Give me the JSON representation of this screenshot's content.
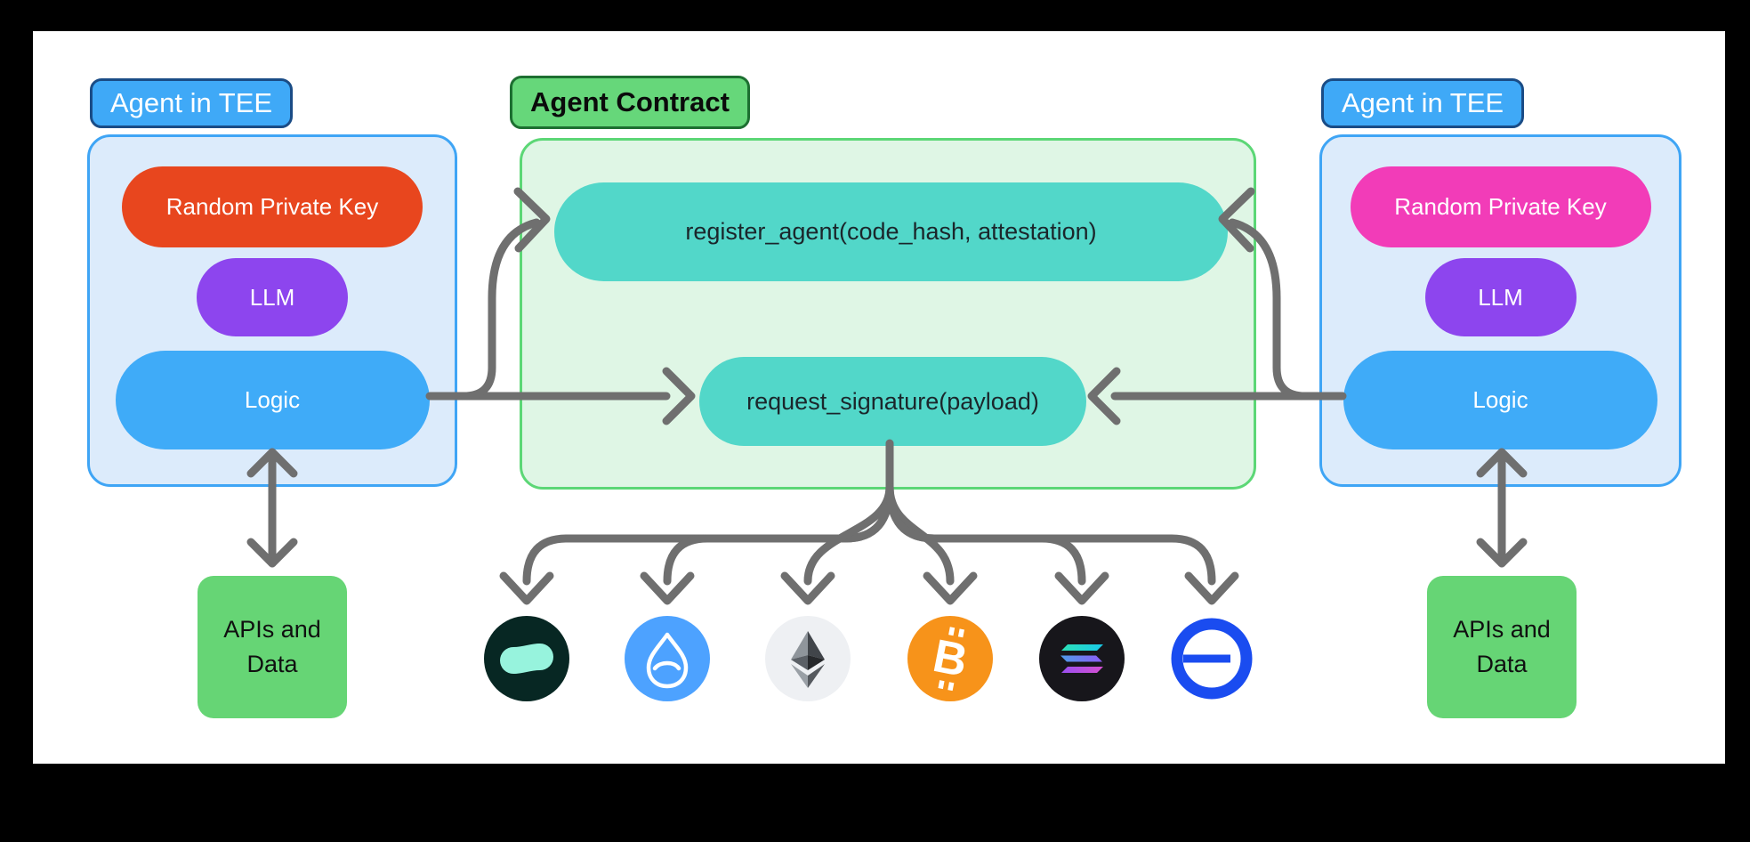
{
  "left_tee": {
    "label": "Agent in TEE",
    "pills": [
      {
        "label": "Random Private Key",
        "color": "#E8461E"
      },
      {
        "label": "LLM",
        "color": "#8D45EE"
      },
      {
        "label": "Logic",
        "color": "#3FABF8"
      }
    ],
    "external_box": {
      "line1": "APIs and",
      "line2": "Data",
      "color": "#66D575"
    }
  },
  "contract": {
    "label": "Agent Contract",
    "label_color": "#66D77A",
    "box_fill": "#DFF6E5",
    "box_border": "#5CD776",
    "method_color": "#52D7C9",
    "methods": [
      {
        "signature": "register_agent(code_hash, attestation)"
      },
      {
        "signature": "request_signature(payload)"
      }
    ]
  },
  "right_tee": {
    "label": "Agent in TEE",
    "pills": [
      {
        "label": "Random Private Key",
        "color": "#F23CB8"
      },
      {
        "label": "LLM",
        "color": "#8D45EE"
      },
      {
        "label": "Logic",
        "color": "#3FABF8"
      }
    ],
    "external_box": {
      "line1": "APIs and",
      "line2": "Data",
      "color": "#66D575"
    }
  },
  "chains": [
    {
      "name": "hyperliquid",
      "bg": "#072723",
      "accent": "#97F3DD"
    },
    {
      "name": "sui",
      "bg": "#4DA2FF",
      "accent": "#FFFFFF"
    },
    {
      "name": "ethereum",
      "bg": "#EEF0F3",
      "accent": "#4A4A4A"
    },
    {
      "name": "bitcoin",
      "bg": "#F7931A",
      "accent": "#FFFFFF"
    },
    {
      "name": "solana",
      "bg": "#17161B",
      "accent": "#2DE0B6"
    },
    {
      "name": "base",
      "bg": "#FFFFFF",
      "accent": "#1A4CF0"
    }
  ],
  "colors": {
    "background": "#000000",
    "canvas": "#FFFFFF",
    "arrow": "#6F6F6F",
    "tee_label_fill": "#3FA9F7",
    "tee_label_border": "#1A4C86",
    "tee_box_fill": "#DCEBFB",
    "tee_box_border": "#3FA5F5"
  }
}
